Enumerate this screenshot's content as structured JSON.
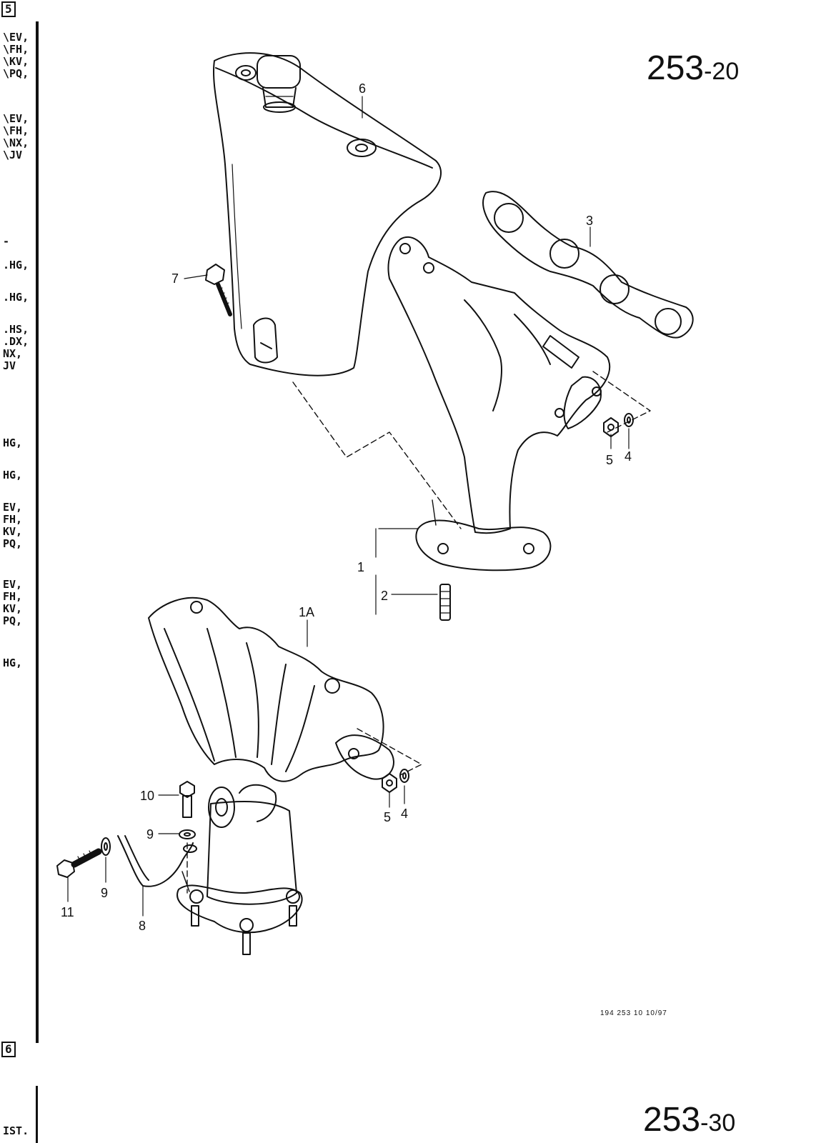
{
  "sidebar": {
    "box_top": "5",
    "box_bottom": "6",
    "groups": [
      [
        "\\EV,",
        "\\FH,",
        "\\KV,",
        "\\PQ,"
      ],
      [
        "\\EV,",
        "\\FH,",
        "\\NX,",
        "\\JV"
      ],
      [
        "-"
      ],
      [
        ".HG,"
      ],
      [
        ".HG,"
      ],
      [
        ".HS,",
        ".DX,",
        "NX,",
        "JV"
      ],
      [
        "HG,"
      ],
      [
        "HG,"
      ],
      [
        "EV,",
        "FH,",
        "KV,",
        "PQ,"
      ],
      [
        "EV,",
        "FH,",
        "KV,",
        "PQ,"
      ],
      [
        "HG,"
      ]
    ],
    "bottom_text": "IST."
  },
  "header": {
    "page_main": "253",
    "page_sub": "-20"
  },
  "footer": {
    "page_main": "253",
    "page_sub": "-30",
    "ref": "194  253 10   10/97"
  },
  "callouts": {
    "c6": "6",
    "c3": "3",
    "c7": "7",
    "c5a": "5",
    "c4a": "4",
    "c1": "1",
    "c2": "2",
    "c1A": "1A",
    "c10": "10",
    "c9a": "9",
    "c5b": "5",
    "c4b": "4",
    "c9b": "9",
    "c11": "11",
    "c8": "8"
  }
}
